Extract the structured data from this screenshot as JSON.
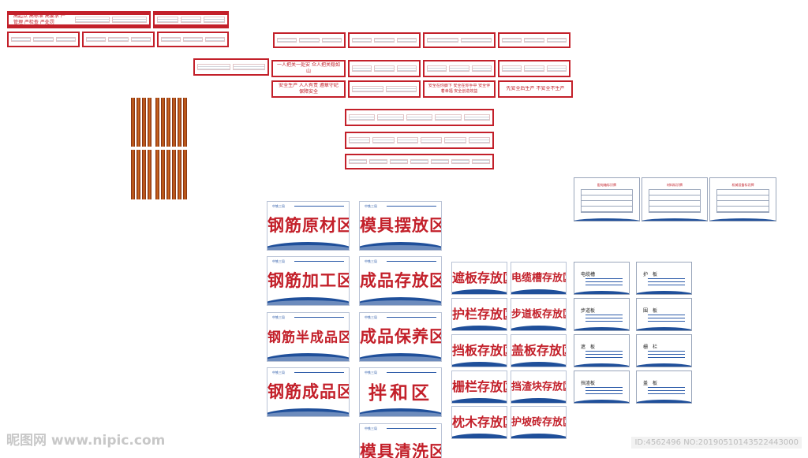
{
  "top_banners": {
    "b1_text": "高起点 高标准 高要求  严管理 严检查 严处罚",
    "s1_text": "一人把关一处安  众人把关稳如山",
    "s2_text": "安全生产 人人有责  遵章守纪 保障安全",
    "s3_text": "安全在你脚下 安全在你手中  安全伴着幸福 安全创造效益",
    "s4_text": "先安全后生产  不安全不生产"
  },
  "info_sheets": [
    {
      "title": "配电箱标识牌"
    },
    {
      "title": "材料标识牌"
    },
    {
      "title": "机械设备标识牌"
    }
  ],
  "big_signs": {
    "logo": "中铁三局",
    "left": [
      "钢筋原材区",
      "钢筋加工区",
      "钢筋半成品区",
      "钢筋成品区"
    ],
    "right": [
      "模具摆放区",
      "成品存放区",
      "成品保养区",
      "拌和区",
      "模具清洗区"
    ]
  },
  "mid_signs": [
    "遮板存放区",
    "电缆槽存放区",
    "护栏存放区",
    "步道板存放区",
    "挡板存放区",
    "盖板存放区",
    "栅栏存放区",
    "挡渣块存放区",
    "枕木存放区",
    "护坡砖存放区"
  ],
  "cards": [
    "电缆槽",
    "护　板",
    "步道板",
    "围　板",
    "遮　板",
    "栅　栏",
    "挡渣板",
    "盖　板"
  ],
  "watermark": {
    "site": "昵图网 www.nipic.com",
    "id": "ID:4562496 NO:20190510143522443000"
  },
  "colors": {
    "brand_red": "#c3202a",
    "brand_blue": "#1f4f9a",
    "post_orange": "#d36a1f"
  }
}
